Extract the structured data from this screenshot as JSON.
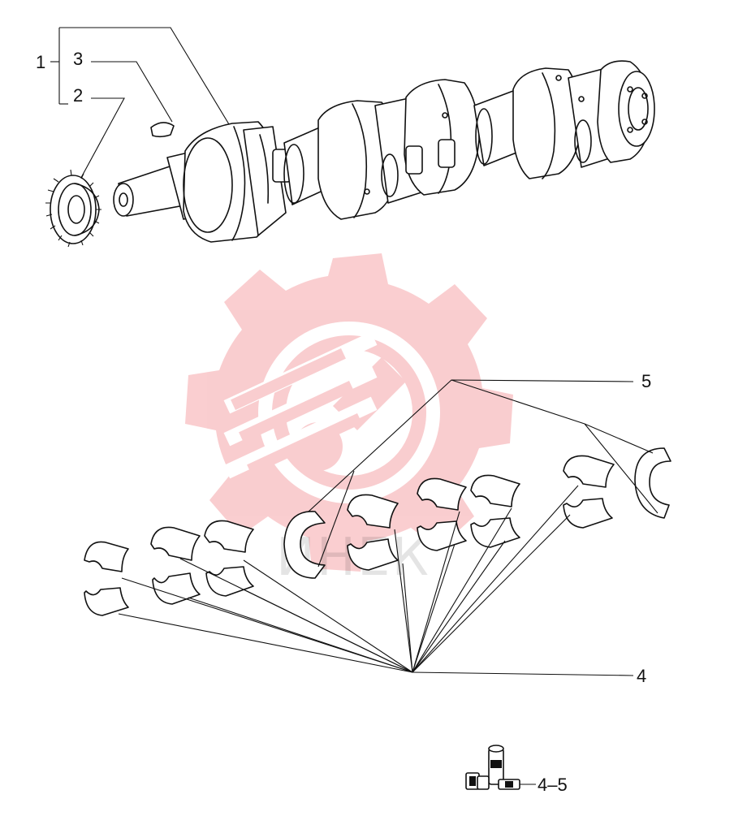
{
  "callouts": {
    "c1": "1",
    "c2": "2",
    "c3": "3",
    "c4": "4",
    "c5": "5",
    "c45": "4–5"
  },
  "watermark": {
    "text": "ИНЕК",
    "color": "#e8202a"
  },
  "parts": [
    {
      "ref": "1",
      "name": "crankshaft-assembly"
    },
    {
      "ref": "2",
      "name": "crankshaft-gear"
    },
    {
      "ref": "3",
      "name": "woodruff-key"
    },
    {
      "ref": "4",
      "name": "bearing-shells"
    },
    {
      "ref": "5",
      "name": "thrust-half-rings"
    }
  ]
}
